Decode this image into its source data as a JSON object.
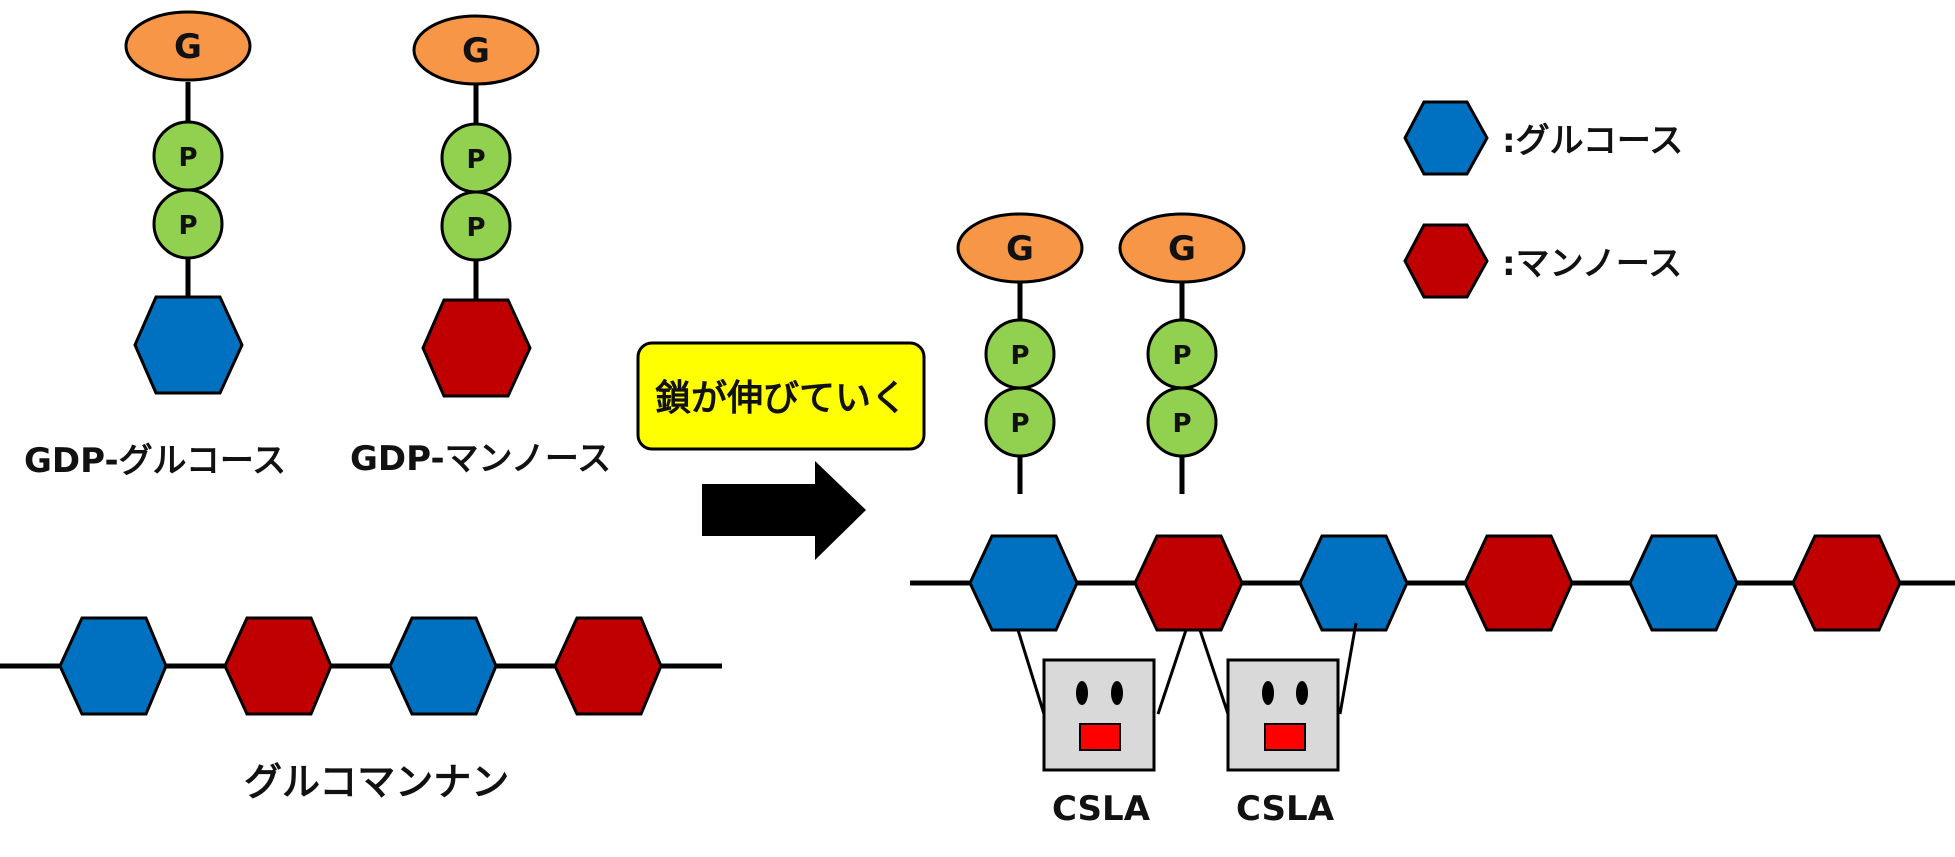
{
  "colors": {
    "glucose": "#0070c0",
    "mannose": "#c00000",
    "guanine": "#f79646",
    "phosphate": "#92d050",
    "arrow": "#000000",
    "callout": "#ffff00",
    "enzyme_body": "#d9d9d9",
    "enzyme_mouth": "#ff0000"
  },
  "nucleotides": {
    "gdp_glucose": {
      "base_label": "G",
      "phosphate_labels": [
        "P",
        "P"
      ],
      "sugar": "glucose",
      "caption": "GDP-グルコース"
    },
    "gdp_mannose": {
      "base_label": "G",
      "phosphate_labels": [
        "P",
        "P"
      ],
      "sugar": "mannose",
      "caption": "GDP-マンノース"
    }
  },
  "glucomannan": {
    "sequence": [
      "glucose",
      "mannose",
      "glucose",
      "mannose"
    ],
    "caption": "グルコマンナン"
  },
  "callout": {
    "text": "鎖が伸びていく"
  },
  "arrow": {
    "direction": "right"
  },
  "donors": [
    {
      "base_label": "G",
      "phosphate_labels": [
        "P",
        "P"
      ]
    },
    {
      "base_label": "G",
      "phosphate_labels": [
        "P",
        "P"
      ]
    }
  ],
  "growing_chain": {
    "sequence": [
      "glucose",
      "mannose",
      "glucose",
      "mannose",
      "glucose",
      "mannose"
    ]
  },
  "enzymes": [
    {
      "label": "CSLA"
    },
    {
      "label": "CSLA"
    }
  ],
  "legend": {
    "items": [
      {
        "sugar": "glucose",
        "label": ":グルコース"
      },
      {
        "sugar": "mannose",
        "label": ":マンノース"
      }
    ]
  }
}
